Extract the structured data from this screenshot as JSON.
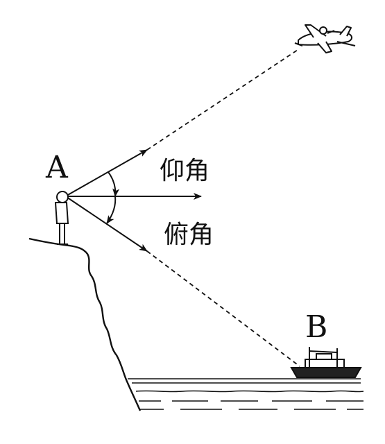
{
  "labels": {
    "point_a": "A",
    "point_b": "B",
    "elevation_angle": "仰角",
    "depression_angle": "俯角"
  },
  "colors": {
    "ink": "#111111",
    "background": "#ffffff"
  }
}
